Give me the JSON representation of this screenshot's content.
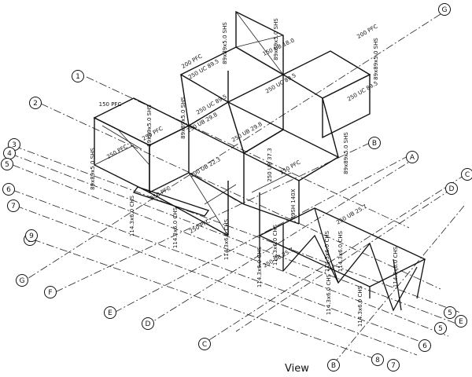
{
  "caption": "View",
  "grid_bubbles": [
    "G",
    "1",
    "2",
    "3",
    "4",
    "5",
    "6",
    "7",
    "9",
    "G",
    "F",
    "E",
    "D",
    "C",
    "B",
    "A",
    "C",
    "D",
    "B",
    "E",
    "5",
    "6",
    "7",
    "8",
    "9",
    "5"
  ],
  "member_labels": [
    "89x89x5.0 SHS",
    "89x89x5.0 SHS",
    "150 UB 18.0",
    "200 PFC",
    "200 PFC",
    "89x89x5.0 SHS",
    "250 UC 89.5",
    "250 UC 89.5",
    "250 UC 89.5",
    "150 PFC",
    "89x89x5.0 SHS",
    "250 PFC",
    "250 UC 89.5",
    "89x89x5.0 SHS",
    "250 PFC",
    "89x89x5.0 SHS",
    "250 UB 29.8",
    "250 UB 29.8",
    "200 UB 22.3",
    "89x89x5.0 SHS",
    "250 UB 37.3",
    "250 PFC",
    "114.3x6.0 CHS",
    "114.3x6.0 CHS",
    "250 UB 25.7",
    "114.3x6.0 CHS",
    "250 PFC",
    "89SH 140X",
    "114.3x6.0 CHS",
    "250 UB 25.7",
    "114.3x6.0 CHS",
    "114.3x6.0 CHS",
    "114.3x6.0 CHS",
    "114.3x6.0 CHS",
    "114.3x6.0 CHS",
    "250 PFC",
    "114.3x6.0 CHS"
  ]
}
